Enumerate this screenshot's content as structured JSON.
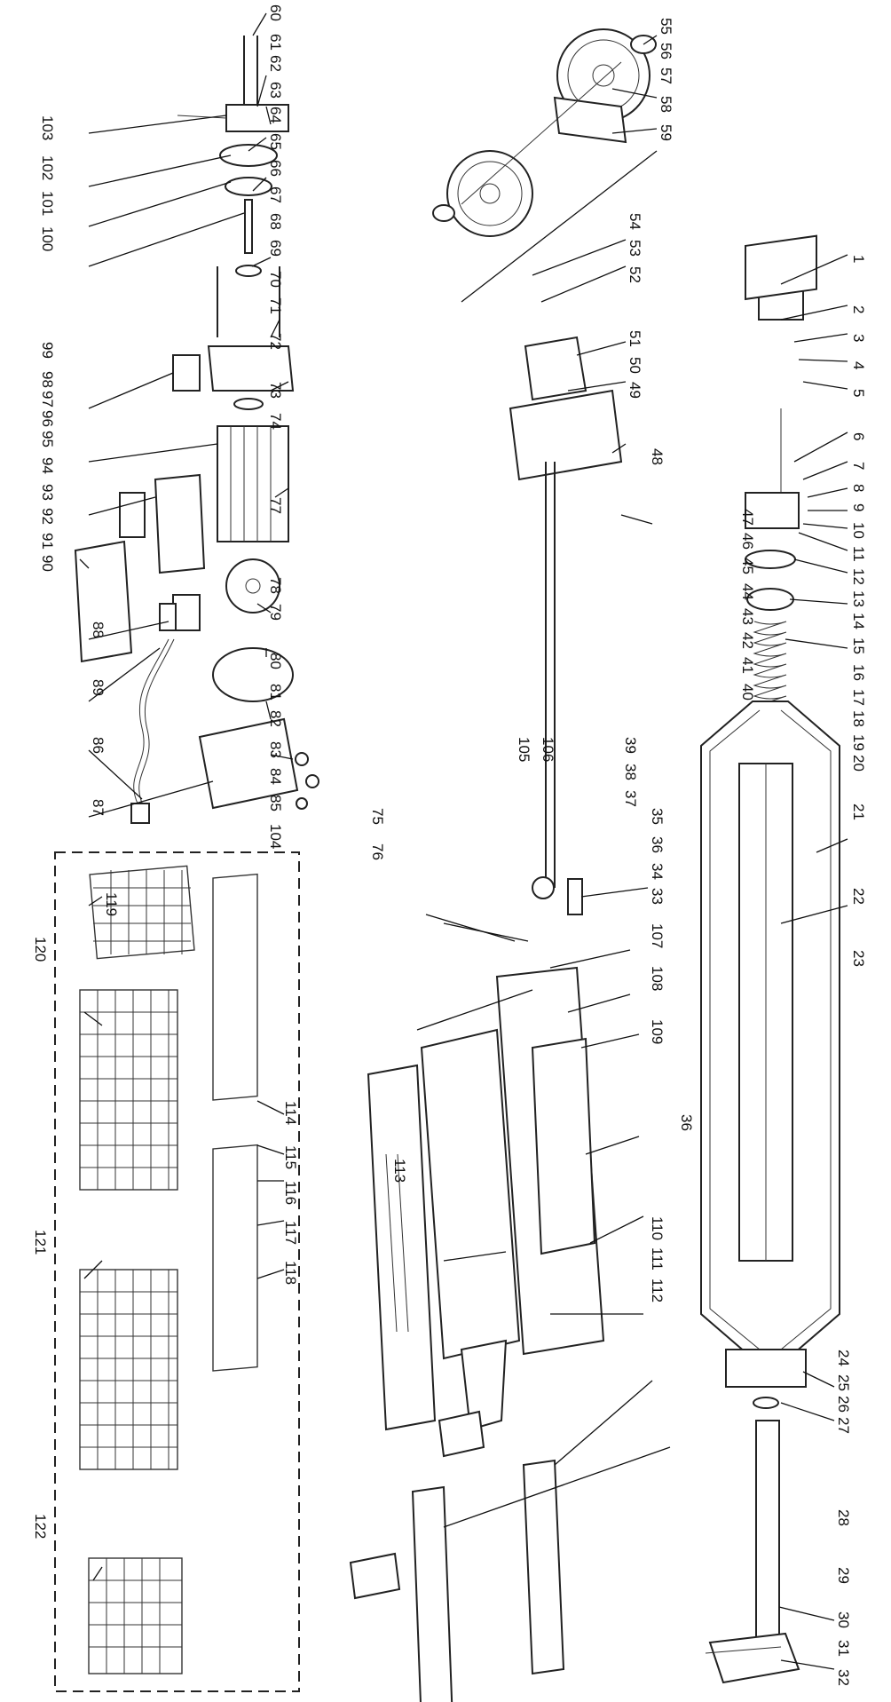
{
  "labels": {
    "p1": "1",
    "p2": "2",
    "p3": "3",
    "p4": "4",
    "p5": "5",
    "p6": "6",
    "p7": "7",
    "p8": "8",
    "p9": "9",
    "p10": "10",
    "p11": "11",
    "p12": "12",
    "p13": "13",
    "p14": "14",
    "p15": "15",
    "p16": "16",
    "p17": "17",
    "p18": "18",
    "p19": "19",
    "p20": "20",
    "p21": "21",
    "p22": "22",
    "p23": "23",
    "p24": "24",
    "p25": "25",
    "p26": "26",
    "p27": "27",
    "p28": "28",
    "p29": "29",
    "p30": "30",
    "p31": "31",
    "p32": "32",
    "p33": "33",
    "p34": "34",
    "p35": "35",
    "p36": "36",
    "p37": "37",
    "p38": "38",
    "p39": "39",
    "p40": "40",
    "p41": "41",
    "p42": "42",
    "p43": "43",
    "p44": "44",
    "p45": "45",
    "p46": "46",
    "p47": "47",
    "p48": "48",
    "p49": "49",
    "p50": "50",
    "p51": "51",
    "p52": "52",
    "p53": "53",
    "p54": "54",
    "p55": "55",
    "p56": "56",
    "p57": "57",
    "p58": "58",
    "p59": "59",
    "p60": "60",
    "p61": "61",
    "p62": "62",
    "p63": "63",
    "p64": "64",
    "p65": "65",
    "p66": "66",
    "p67": "67",
    "p68": "68",
    "p69": "69",
    "p70": "70",
    "p71": "71",
    "p72": "72",
    "p73": "73",
    "p74": "74",
    "p75": "75",
    "p76": "76",
    "p77": "77",
    "p78": "78",
    "p79": "79",
    "p80": "80",
    "p81": "81",
    "p82": "82",
    "p83": "83",
    "p84": "84",
    "p85": "85",
    "p86": "86",
    "p87": "87",
    "p88": "88",
    "p89": "89",
    "p90": "90",
    "p91": "91",
    "p92": "92",
    "p93": "93",
    "p94": "94",
    "p95": "95",
    "p96": "96",
    "p97": "97",
    "p98": "98",
    "p99": "99",
    "p100": "100",
    "p101": "101",
    "p102": "102",
    "p103": "103",
    "p104": "104",
    "p105": "105",
    "p106": "106",
    "p107": "107",
    "p108": "108",
    "p109": "109",
    "p110": "110",
    "p111": "111",
    "p112": "112",
    "p113": "113",
    "p114": "114",
    "p115": "115",
    "p116": "116",
    "p117": "117",
    "p118": "118",
    "p119": "119",
    "p120": "120",
    "p121": "121",
    "p122": "122"
  }
}
